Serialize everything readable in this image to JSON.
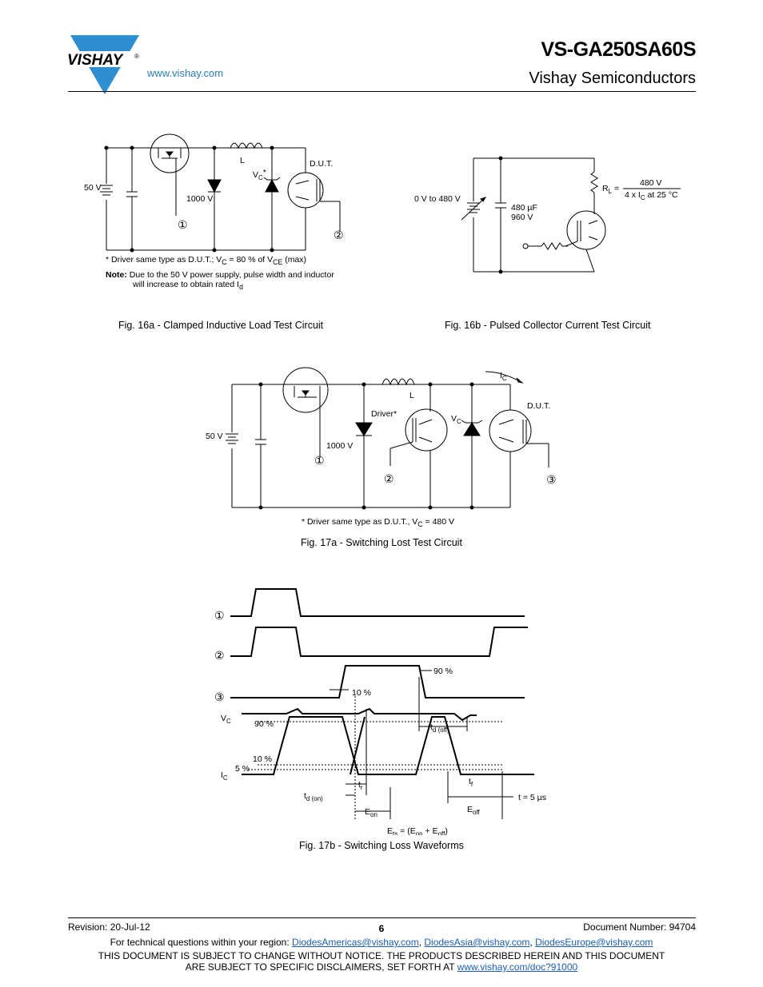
{
  "header": {
    "logo_text": "VISHAY",
    "logo_reg": "®",
    "website": "www.vishay.com",
    "part_number": "VS-GA250SA60S",
    "company": "Vishay Semiconductors"
  },
  "fig16a": {
    "caption": "Fig. 16a - Clamped Inductive Load Test Circuit",
    "v_supply": "50 V",
    "inductor": "L",
    "diode_v": "1000 V",
    "vc": "V",
    "vc_sub": "C",
    "vc_star": "*",
    "dut": "D.U.T.",
    "node1": "①",
    "node2": "②",
    "note_star_a": "* Driver same type as D.U.T.; V",
    "note_star_sub1": "C",
    "note_star_b": " = 80 % of V",
    "note_star_sub2": "CE",
    "note_star_c": " (max)",
    "note_label": "Note:",
    "note_line1": "Due to the 50 V power supply, pulse width and inductor",
    "note_line2": "will increase to obtain rated I",
    "note_line2_sub": "d"
  },
  "fig16b": {
    "caption": "Fig. 16b - Pulsed Collector Current Test Circuit",
    "v_range": "0 V to 480 V",
    "cap1": "480 µF",
    "cap2": "960 V",
    "rl": "R",
    "rl_sub": "L",
    "rl_eq": " =",
    "rl_num": "480 V",
    "rl_den_a": "4 x I",
    "rl_den_sub": "C",
    "rl_den_b": " at 25 °C"
  },
  "fig17a": {
    "caption": "Fig. 17a - Switching Lost Test Circuit",
    "v_supply": "50 V",
    "inductor": "L",
    "diode_v": "1000 V",
    "driver": "Driver*",
    "vc": "V",
    "vc_sub": "C",
    "ic": "I",
    "ic_sub": "C",
    "dut": "D.U.T.",
    "node1": "①",
    "node2": "②",
    "node3": "③",
    "note_a": "* Driver same type as D.U.T., V",
    "note_sub": "C",
    "note_b": " = 480 V"
  },
  "fig17b": {
    "caption": "Fig. 17b - Switching Loss Waveforms",
    "n1": "①",
    "n2": "②",
    "n3": "③",
    "vc": "V",
    "vc_sub": "C",
    "ic": "I",
    "ic_sub": "C",
    "p90a": "90 %",
    "p10a": "10 %",
    "p90b": "90 %",
    "p10b": "10 %",
    "p5": "5 %",
    "td_off": "t",
    "td_off_sub": "d (off)",
    "td_on": "t",
    "td_on_sub": "d (on)",
    "tr": "t",
    "tr_sub": "r",
    "tf": "t",
    "tf_sub": "f",
    "eon": "E",
    "eon_sub": "on",
    "eoff": "E",
    "eoff_sub": "off",
    "t5": "t = 5 µs",
    "ets_a": "E",
    "ets_sub": "ts",
    "ets_b": " = (E",
    "ets_sub2": "on",
    "ets_c": " + E",
    "ets_sub3": "off",
    "ets_d": ")"
  },
  "footer": {
    "revision": "Revision: 20-Jul-12",
    "page": "6",
    "doc_number": "Document Number: 94704",
    "tech_q": "For technical questions within your region: ",
    "email1": "DiodesAmericas@vishay.com",
    "sep1": ", ",
    "email2": "DiodesAsia@vishay.com",
    "sep2": ", ",
    "email3": "DiodesEurope@vishay.com",
    "disclaimer1": "THIS DOCUMENT IS SUBJECT TO CHANGE WITHOUT NOTICE. THE PRODUCTS DESCRIBED HEREIN AND THIS DOCUMENT",
    "disclaimer2": "ARE SUBJECT TO SPECIFIC DISCLAIMERS, SET FORTH AT ",
    "disclaimer_link": "www.vishay.com/doc?91000"
  },
  "colors": {
    "logo_blue": "#2d8fd0",
    "link_blue": "#1a5fb4",
    "site_blue": "#2a7fb8"
  }
}
